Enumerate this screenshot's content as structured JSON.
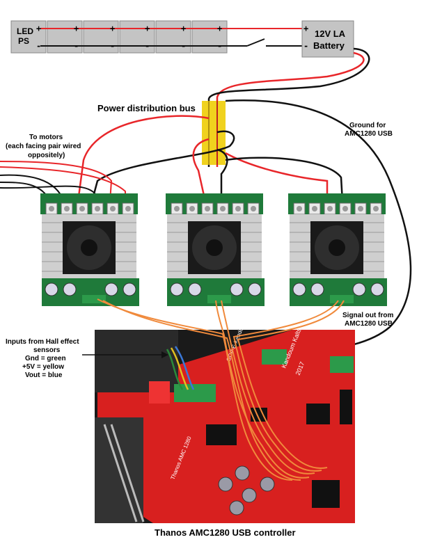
{
  "power_supply": {
    "label_line1": "LED",
    "label_line2": "PS"
  },
  "battery": {
    "label_line1": "12V LA",
    "label_line2": "Battery"
  },
  "terminal_symbols": {
    "plus": "+",
    "minus": "-"
  },
  "bus": {
    "label": "Power distribution bus"
  },
  "motors": {
    "line1": "To motors",
    "line2": "(each facing pair wired",
    "line3": "oppositely)"
  },
  "ground": {
    "line1": "Ground for",
    "line2": "AMC1280 USB"
  },
  "signal": {
    "line1": "Signal out from",
    "line2": "AMC1280 USB"
  },
  "hall": {
    "line1": "Inputs from Hall effect",
    "line2": "sensors",
    "line3": "Gnd = green",
    "line4": "+5V = yellow",
    "line5": "Vout = blue"
  },
  "controller": {
    "caption": "Thanos AMC1280 USB controller",
    "board_text_1": "GDP-E-Kendoun",
    "board_text_2": "Kandoum Kaltsieu",
    "board_text_3": "2017",
    "board_text_4": "Thanos AMC 1280"
  },
  "colors": {
    "wire_red": "#e8262a",
    "wire_black": "#111111",
    "wire_orange": "#f08a3c",
    "bus_yellow": "#f0d21e",
    "pcb_red": "#d8201f",
    "pcb_green": "#1f7a3a",
    "terminal_green": "#2c9a4a"
  }
}
